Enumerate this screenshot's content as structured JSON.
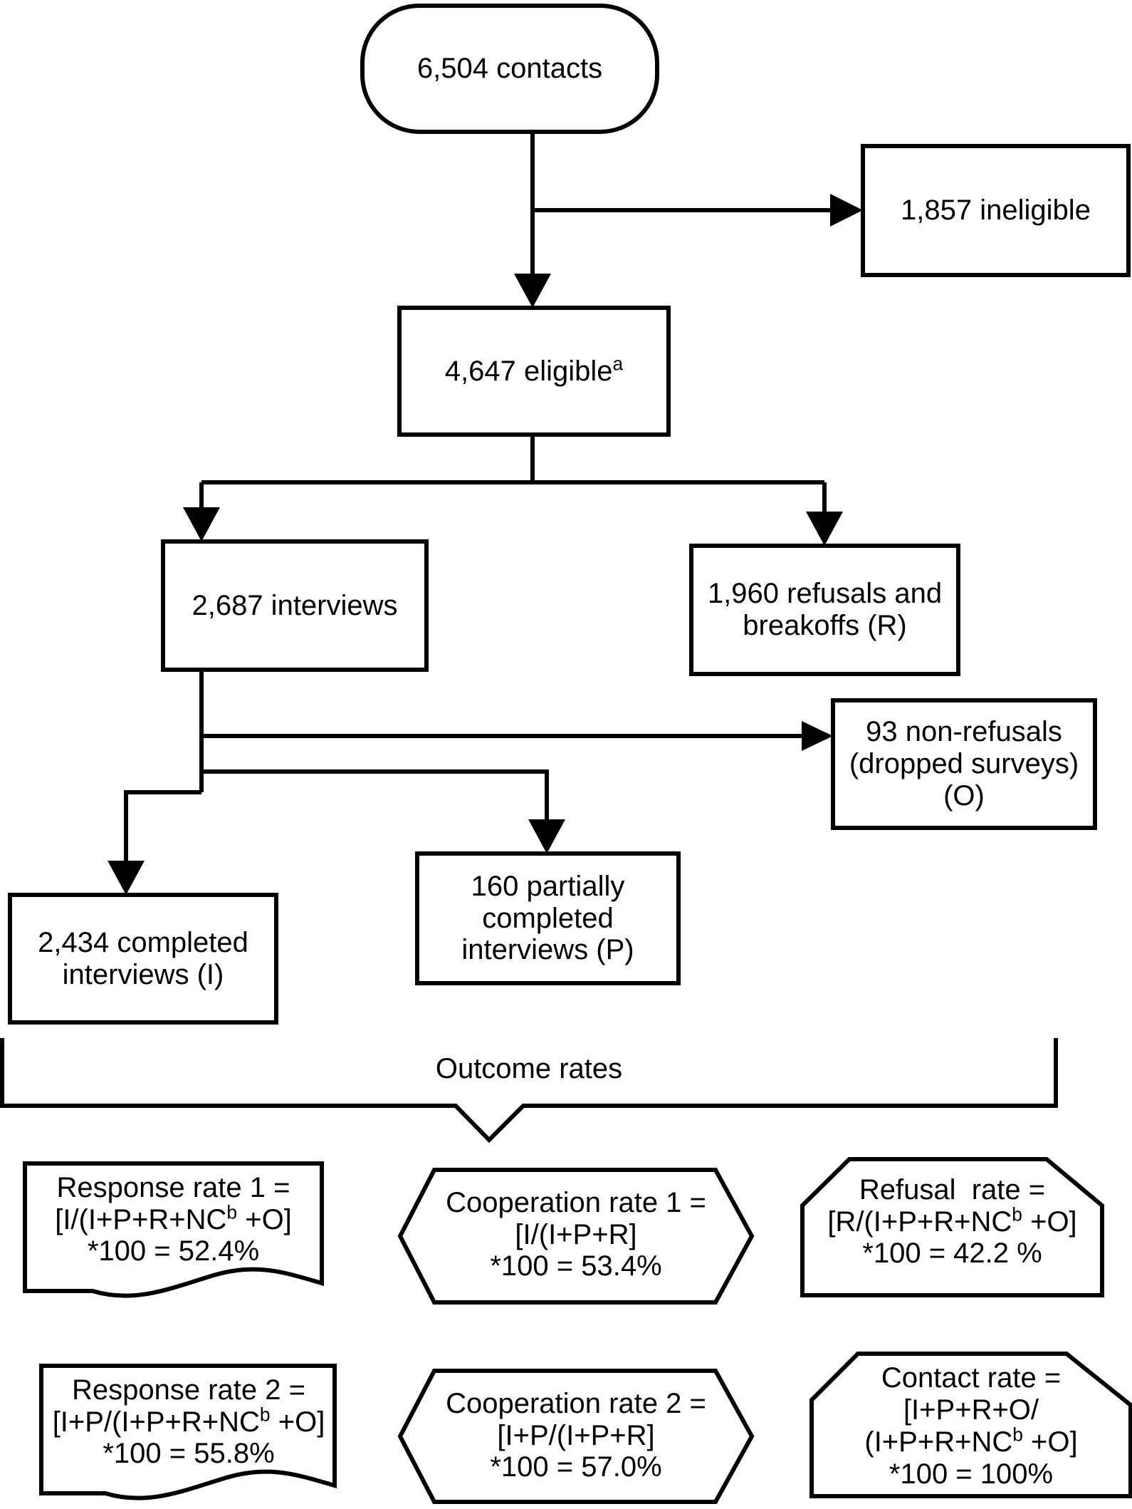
{
  "diagram": {
    "title": "Survey disposition flowchart with outcome rates",
    "stroke_color": "#000000",
    "fill_color": "#ffffff",
    "nodes": {
      "contacts": {
        "text": "6,504 contacts",
        "shape": "rounded-rectangle"
      },
      "ineligible": {
        "text": "1,857 ineligible",
        "shape": "rectangle"
      },
      "eligible": {
        "text": "4,647 eligible",
        "superscript": "a",
        "shape": "rectangle"
      },
      "interviews": {
        "text": "2,687 interviews",
        "shape": "rectangle"
      },
      "refusals": {
        "line1": "1,960 refusals and",
        "line2": "breakoffs (R)",
        "shape": "rectangle"
      },
      "nonrefusals": {
        "line1": "93 non-refusals",
        "line2": "(dropped surveys)",
        "line3": "(O)",
        "shape": "rectangle"
      },
      "completed": {
        "line1": "2,434 completed",
        "line2": "interviews (I)",
        "shape": "rectangle"
      },
      "partial": {
        "line1": "160 partially",
        "line2": "completed",
        "line3": "interviews (P)",
        "shape": "rectangle"
      }
    },
    "bracket": {
      "label": "Outcome rates"
    },
    "rates": [
      {
        "id": "response-rate-1",
        "shape": "document",
        "line1": "Response rate 1 =",
        "line2_pre": "[I/(I+P+R+NC",
        "line2_sup": "b",
        "line2_post": " +O]",
        "line3": "*100 = 52.4%",
        "value": "52.4%"
      },
      {
        "id": "cooperation-rate-1",
        "shape": "hexagon",
        "line1": "Cooperation rate 1 =",
        "line2": "[I/(I+P+R]",
        "line3": "*100 = 53.4%",
        "value": "53.4%"
      },
      {
        "id": "refusal-rate",
        "shape": "octagon",
        "line1": "Refusal  rate =",
        "line2_pre": "[R/(I+P+R+NC",
        "line2_sup": "b",
        "line2_post": " +O]",
        "line3": "*100 = 42.2 %",
        "value": "42.2 %"
      },
      {
        "id": "response-rate-2",
        "shape": "document",
        "line1": "Response rate 2 =",
        "line2_pre": "[I+P/(I+P+R+NC",
        "line2_sup": "b",
        "line2_post": " +O]",
        "line3": "*100 = 55.8%",
        "value": "55.8%"
      },
      {
        "id": "cooperation-rate-2",
        "shape": "hexagon",
        "line1": "Cooperation rate 2 =",
        "line2": "[I+P/(I+P+R]",
        "line3": "*100 = 57.0%",
        "value": "57.0%"
      },
      {
        "id": "contact-rate",
        "shape": "octagon",
        "line1": "Contact rate =",
        "line2": "[I+P+R+O/",
        "line3_pre": "(I+P+R+NC",
        "line3_sup": "b",
        "line3_post": " +O]",
        "line4": "*100 = 100%",
        "value": "100%"
      }
    ]
  }
}
